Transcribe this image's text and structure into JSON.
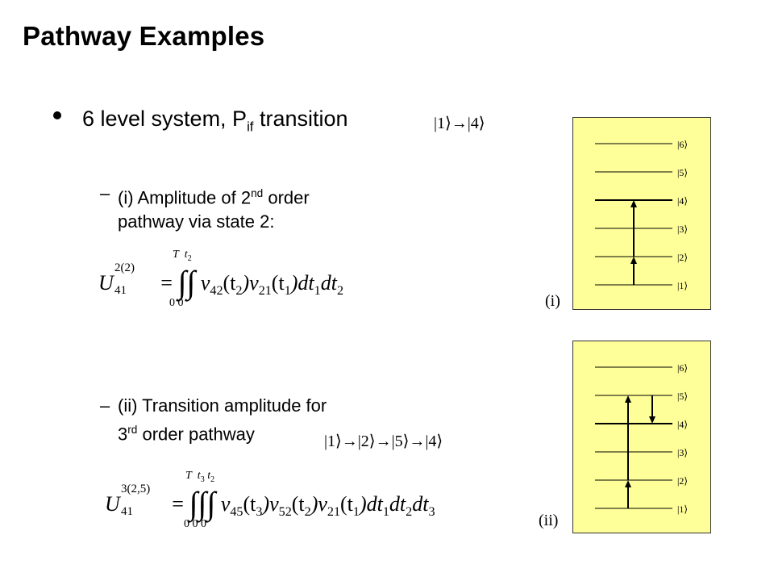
{
  "slide": {
    "title": "Pathway Examples"
  },
  "bullet": {
    "main_text": "6 level system, P",
    "main_sub": "if",
    "main_text_end": " transition",
    "transition_ket": "|1⟩→|4⟩"
  },
  "sub_items": [
    {
      "dash": "–",
      "label_prefix": "(i)  Amplitude of 2",
      "label_sup": "nd",
      "label_suffix": " order",
      "label_line2": "pathway via state 2:"
    },
    {
      "dash": "–",
      "label_prefix": "(ii)  Transition amplitude for",
      "label_line2_prefix": "3",
      "label_line2_sup": "rd",
      "label_line2_suffix": " order pathway",
      "pathway_ket": "|1⟩→|2⟩→|5⟩→|4⟩"
    }
  ],
  "equations": {
    "eq1": {
      "lhs": "U",
      "lhs_sub": "41",
      "lhs_sup": "2(2)",
      "eq": "=",
      "upper_limits": "T  t",
      "upper_limit_sub": "2",
      "lower_limits": "0  0",
      "rhs": "v",
      "rhs_sub1": "42",
      "rhs_arg1": "(t",
      "rhs_arg1_sub": "2",
      "rhs_mid": ")v",
      "rhs_sub2": "21",
      "rhs_arg2": "(t",
      "rhs_arg2_sub": "1",
      "rhs_end": ")dt",
      "rhs_dt1_sub": "1",
      "rhs_dt2": "dt",
      "rhs_dt2_sub": "2"
    },
    "eq2": {
      "lhs": "U",
      "lhs_sub": "41",
      "lhs_sup": "3(2,5)",
      "eq": "=",
      "upper_limits": "T  t",
      "upper_limit_sub3": "3",
      "upper_limit_t2": " t",
      "upper_limit_sub2": "2",
      "lower_limits": "0  0  0",
      "rhs": "v",
      "s1": "45",
      "a1": "(t",
      "a1s": "3",
      "m1": ")v",
      "s2": "52",
      "a2": "(t",
      "a2s": "2",
      "m2": ")v",
      "s3": "21",
      "a3": "(t",
      "a3s": "1",
      "e": ")dt",
      "d1": "1",
      "dt2": "dt",
      "d2": "2",
      "dt3": "dt",
      "d3": "3"
    }
  },
  "panels": [
    {
      "label": "(i)",
      "levels": [
        "|6⟩",
        "|5⟩",
        "|4⟩",
        "|3⟩",
        "|2⟩",
        "|1⟩"
      ],
      "arrows": [
        {
          "from_level": 1,
          "to_level": 2,
          "direction": "up"
        },
        {
          "from_level": 2,
          "to_level": 4,
          "direction": "up"
        }
      ],
      "highlighted_level": 4,
      "color": "#ffff99"
    },
    {
      "label": "(ii)",
      "levels": [
        "|6⟩",
        "|5⟩",
        "|4⟩",
        "|3⟩",
        "|2⟩",
        "|1⟩"
      ],
      "arrows": [
        {
          "from_level": 1,
          "to_level": 2,
          "direction": "up"
        },
        {
          "from_level": 2,
          "to_level": 5,
          "direction": "up"
        },
        {
          "from_level": 5,
          "to_level": 4,
          "direction": "down"
        }
      ],
      "highlighted_level": 4,
      "color": "#ffff99"
    }
  ]
}
